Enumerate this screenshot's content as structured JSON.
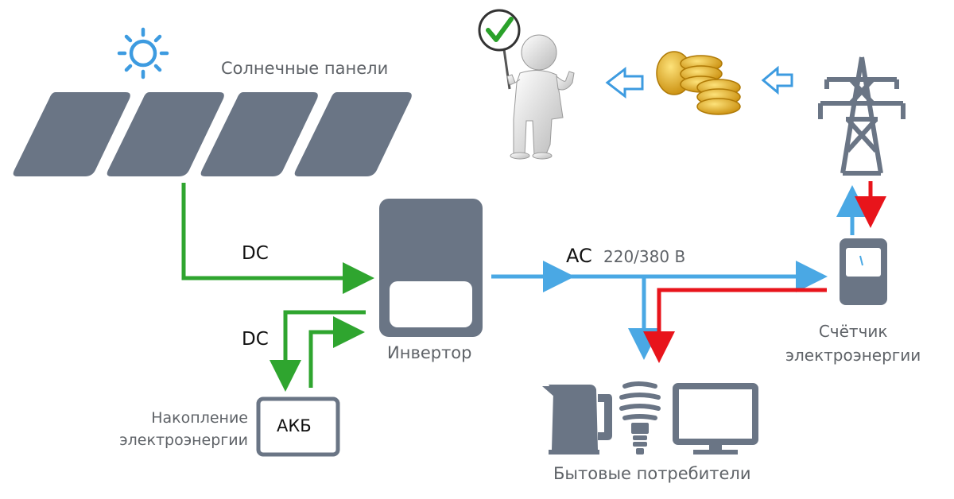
{
  "labels": {
    "solar_panels": "Солнечные панели",
    "inverter": "Инвертор",
    "dc_top": "DC",
    "dc_bottom": "DC",
    "ac": "AC",
    "voltage": "220/380 В",
    "meter_line1": "Счётчик",
    "meter_line2": "электроэнергии",
    "storage_line1": "Накопление",
    "storage_line2": "электроэнергии",
    "battery": "АКБ",
    "consumers": "Бытовые потребители"
  },
  "icons": [
    "sun-icon",
    "solar-panel-icon",
    "inverter-icon",
    "battery-icon",
    "kettle-icon",
    "lamp-icon",
    "monitor-icon",
    "meter-icon",
    "power-tower-icon",
    "coins-icon",
    "person-thumbs-up-icon",
    "checkmark-icon"
  ],
  "colors": {
    "dc_line": "#2fa52f",
    "ac_line": "#4aa8e4",
    "grid_return": "#e8141b",
    "device": "#6a7585",
    "sun": "#3d9be0",
    "coin": "#e9b524"
  }
}
